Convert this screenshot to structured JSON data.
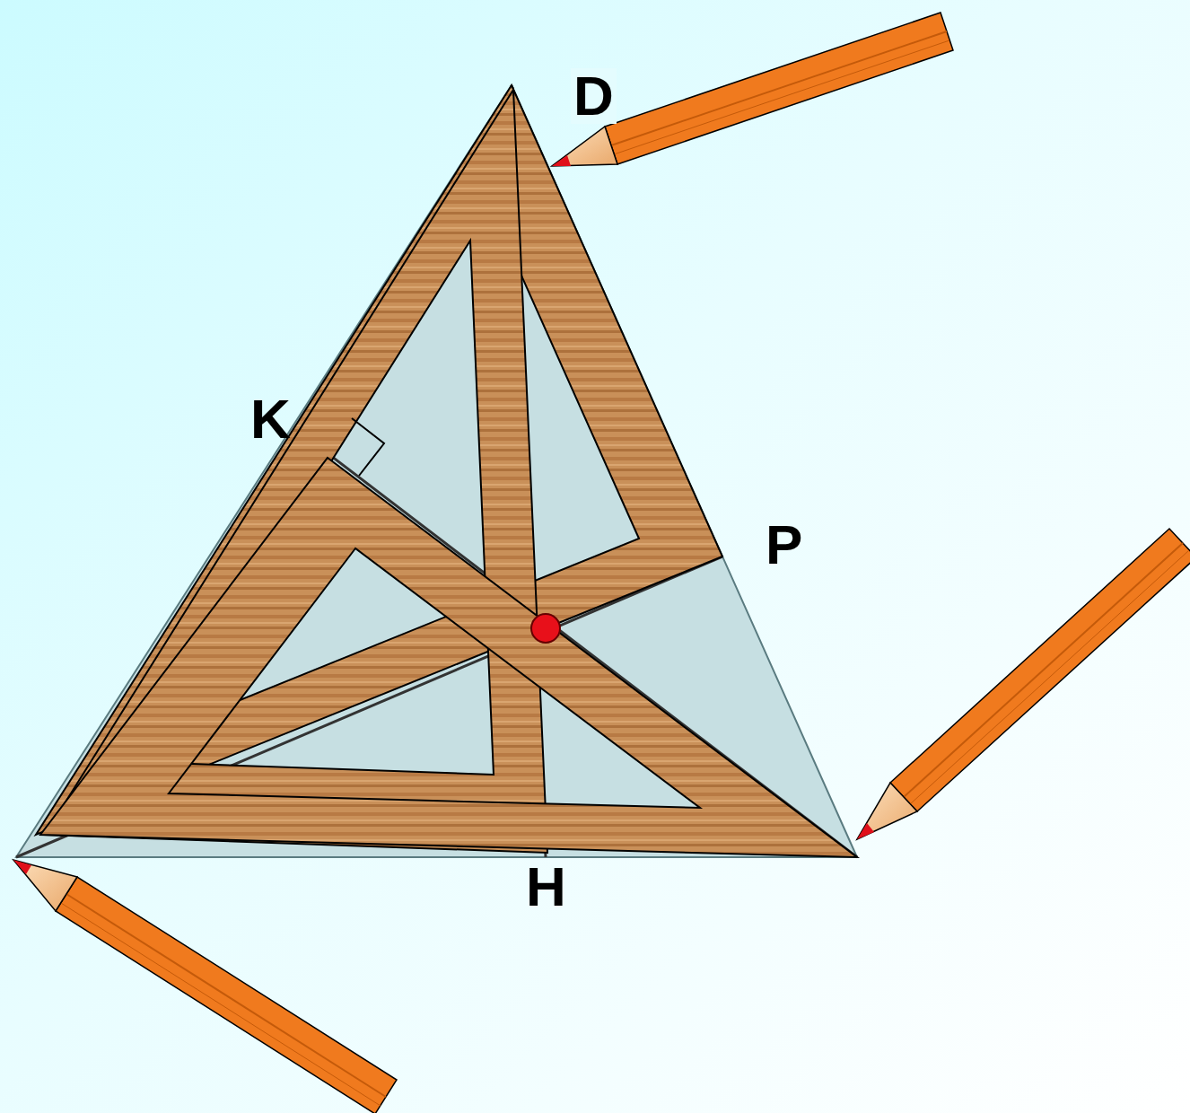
{
  "diagram": {
    "labels": [
      "D",
      "K",
      "P",
      "H"
    ]
  }
}
